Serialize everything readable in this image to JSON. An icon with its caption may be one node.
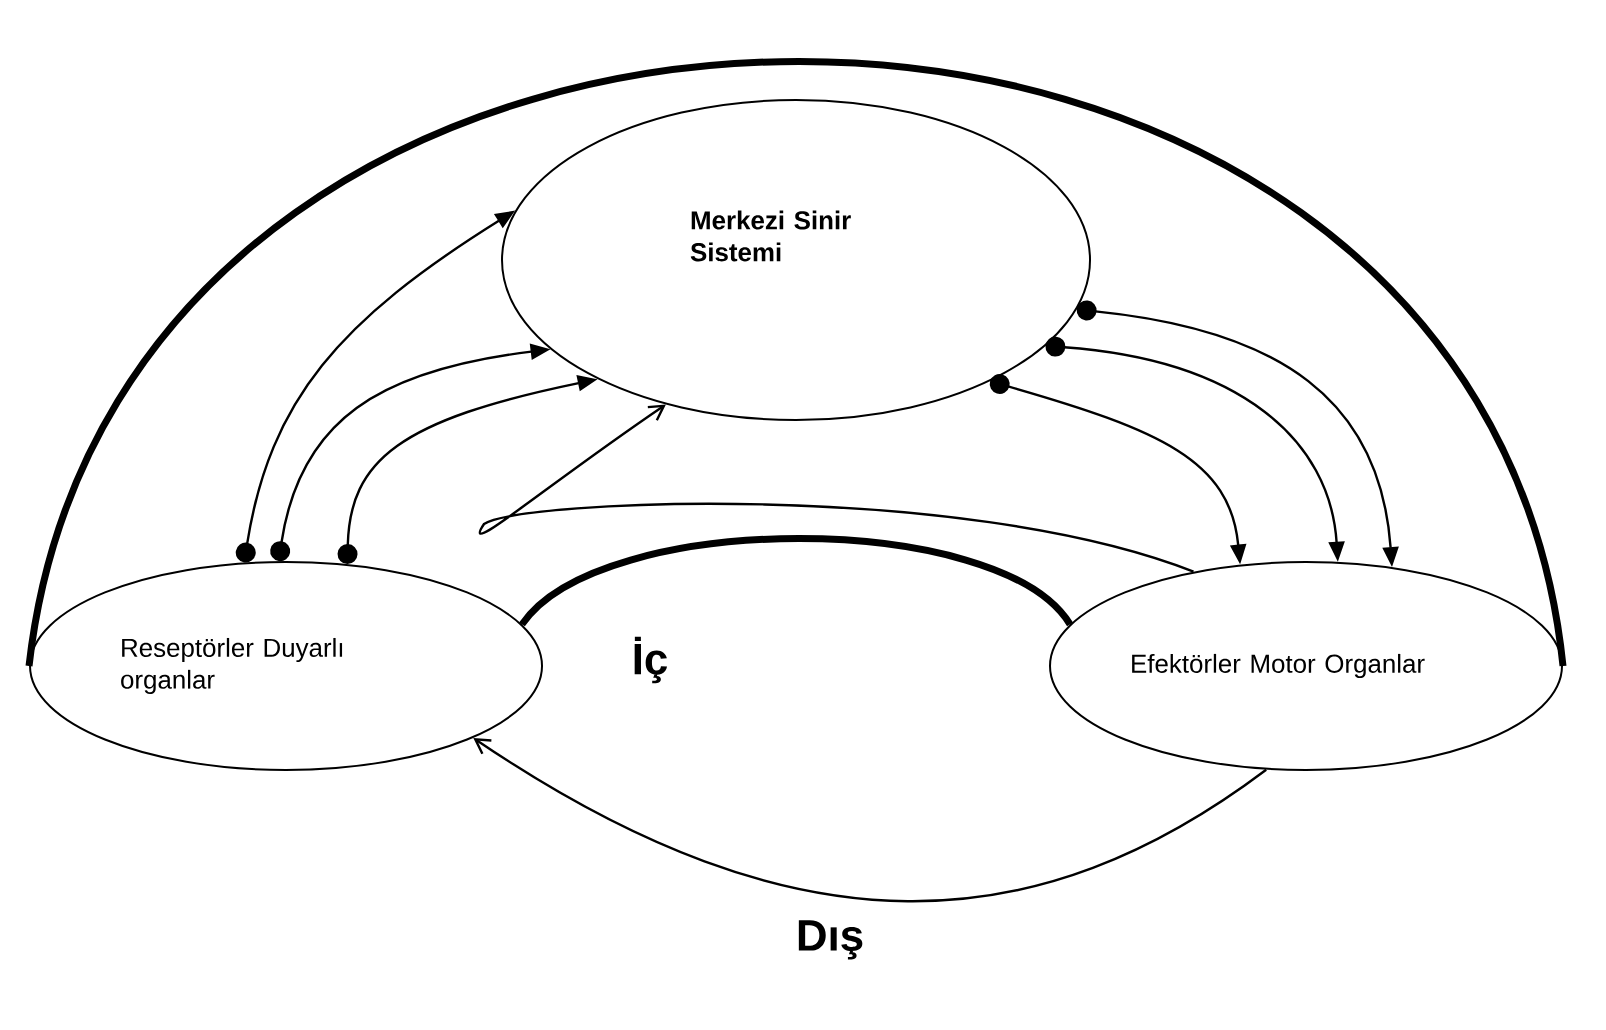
{
  "diagram": {
    "nodes": [
      {
        "text": [
          "Merkezi Sinir Sistemi"
        ]
      },
      {
        "text": [
          "Reseptörler Duyarlı organlar"
        ]
      },
      {
        "text": [
          "Efektörler Motor Organlar"
        ]
      }
    ],
    "edges": [
      {
        "from": 1,
        "to": 0,
        "arrow": "to"
      },
      {
        "from": 1,
        "to": 0,
        "arrow": "to"
      },
      {
        "from": 1,
        "to": 0,
        "arrow": "to"
      },
      {
        "from": 0,
        "to": 2,
        "arrow": "to"
      },
      {
        "from": 0,
        "to": 2,
        "arrow": "to"
      },
      {
        "from": 0,
        "to": 2,
        "arrow": "to"
      },
      {
        "from": 2,
        "to": 0,
        "arrow": "to"
      },
      {
        "from": 2,
        "to": 1,
        "arrow": "to"
      },
      {
        "from": 1,
        "to": 2,
        "arrow": "none",
        "style": "thick"
      },
      {
        "from": 1,
        "to": 2,
        "arrow": "none",
        "style": "thick"
      }
    ],
    "labels": [
      "İç",
      "Dış"
    ]
  }
}
